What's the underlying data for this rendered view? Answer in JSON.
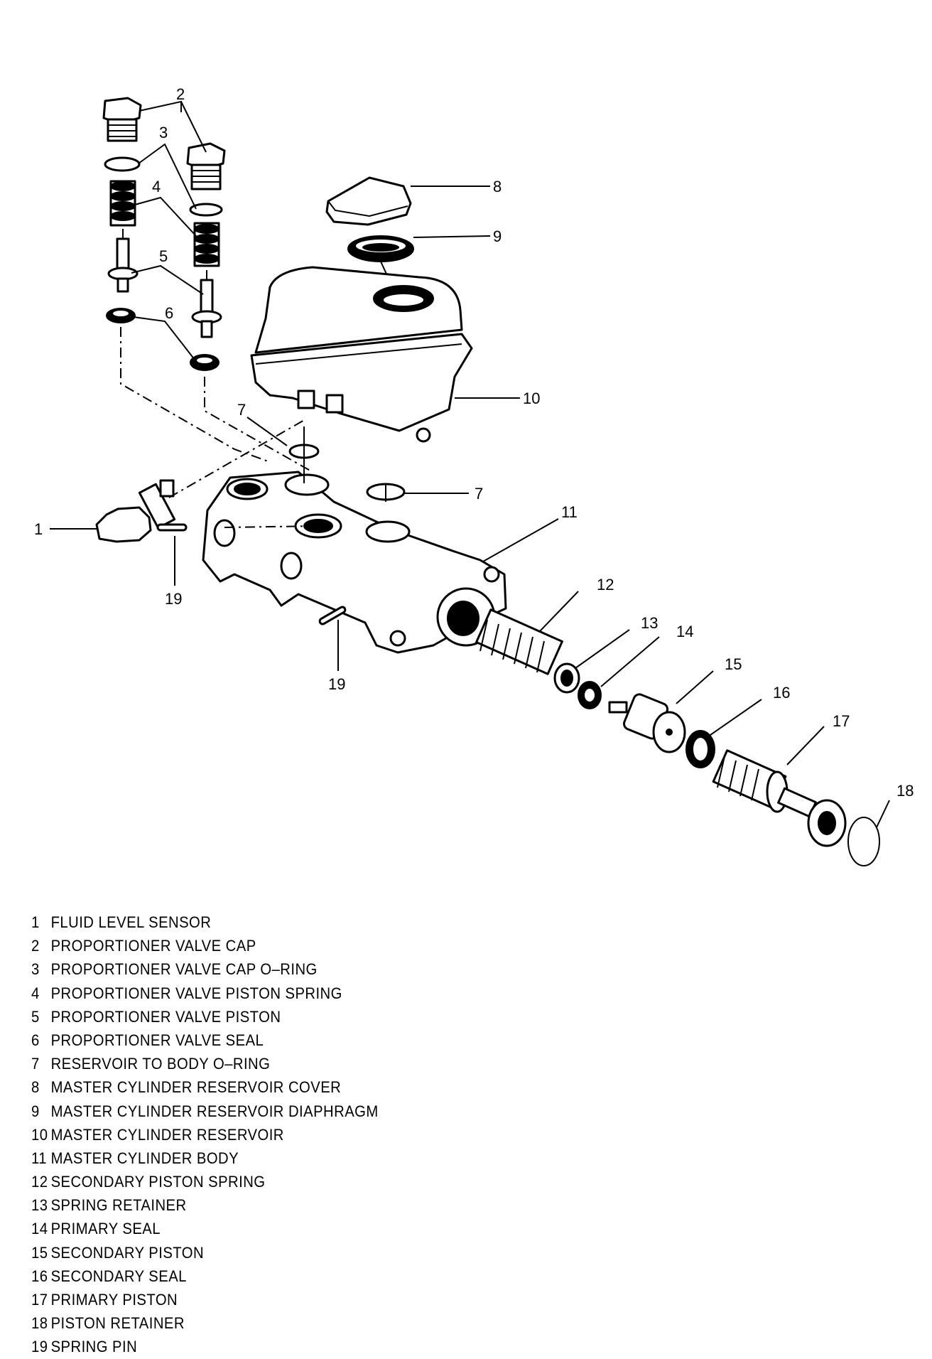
{
  "callouts": {
    "c1": "1",
    "c2": "2",
    "c3": "3",
    "c4": "4",
    "c5": "5",
    "c6": "6",
    "c7a": "7",
    "c7b": "7",
    "c8": "8",
    "c9": "9",
    "c10": "10",
    "c11": "11",
    "c12": "12",
    "c13": "13",
    "c14": "14",
    "c15": "15",
    "c16": "16",
    "c17": "17",
    "c18": "18",
    "c19a": "19",
    "c19b": "19"
  },
  "legend": [
    {
      "num": "1",
      "text": "FLUID LEVEL SENSOR"
    },
    {
      "num": "2",
      "text": "PROPORTIONER VALVE CAP"
    },
    {
      "num": "3",
      "text": "PROPORTIONER VALVE CAP O–RING"
    },
    {
      "num": "4",
      "text": "PROPORTIONER VALVE PISTON SPRING"
    },
    {
      "num": "5",
      "text": "PROPORTIONER VALVE PISTON"
    },
    {
      "num": "6",
      "text": "PROPORTIONER VALVE SEAL"
    },
    {
      "num": "7",
      "text": "RESERVOIR TO BODY O–RING"
    },
    {
      "num": "8",
      "text": "MASTER CYLINDER RESERVOIR COVER"
    },
    {
      "num": "9",
      "text": "MASTER CYLINDER RESERVOIR DIAPHRAGM"
    },
    {
      "num": "10",
      "text": "MASTER CYLINDER RESERVOIR"
    },
    {
      "num": "11",
      "text": "MASTER CYLINDER BODY"
    },
    {
      "num": "12",
      "text": "SECONDARY PISTON SPRING"
    },
    {
      "num": "13",
      "text": "SPRING RETAINER"
    },
    {
      "num": "14",
      "text": "PRIMARY SEAL"
    },
    {
      "num": "15",
      "text": "SECONDARY PISTON"
    },
    {
      "num": "16",
      "text": "SECONDARY SEAL"
    },
    {
      "num": "17",
      "text": "PRIMARY PISTON"
    },
    {
      "num": "18",
      "text": "PISTON RETAINER"
    },
    {
      "num": "19",
      "text": "SPRING PIN"
    }
  ]
}
